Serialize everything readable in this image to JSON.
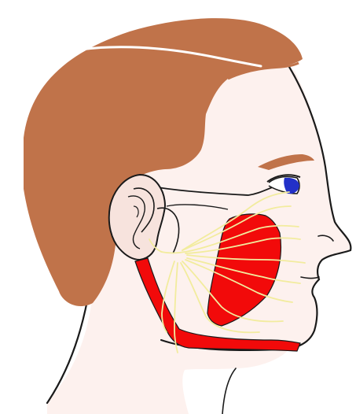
{
  "figure": {
    "colors": {
      "hair": "#c0734a",
      "skin": "#fdf1ee",
      "skin_stroke": "#1a1a1a",
      "ear": "#f7e3dd",
      "muscle": "#f20a0a",
      "nerve": "#f2ec9e",
      "iris": "#2230c8",
      "brow": "#c0734a"
    },
    "parts": [
      "hair",
      "face",
      "ear",
      "eye",
      "eyebrow",
      "masseter-muscle",
      "platysma-muscle",
      "facial-nerve-branches"
    ]
  }
}
